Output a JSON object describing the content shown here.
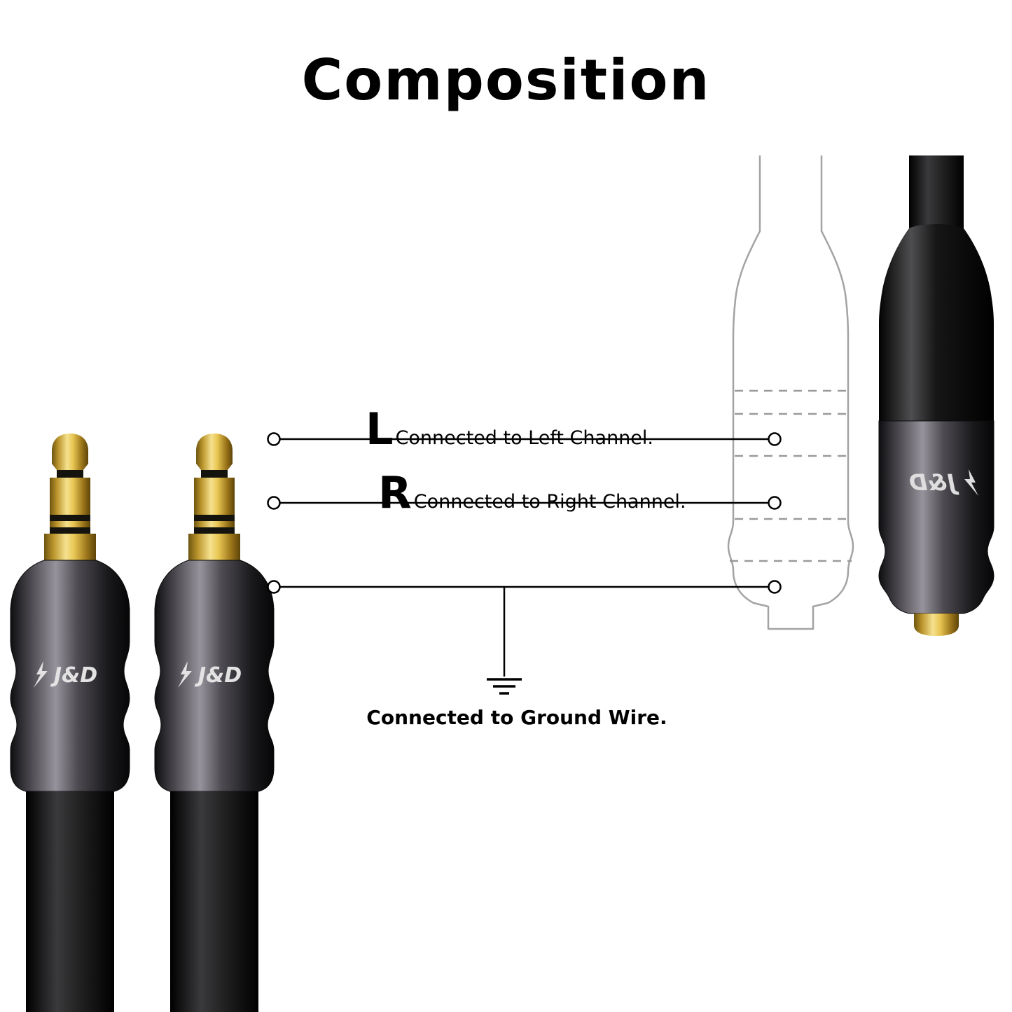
{
  "title": "Composition",
  "labels": {
    "left_channel": {
      "letter": "L",
      "text": "Connected to Left Channel."
    },
    "right_channel": {
      "letter": "R",
      "text": "Connected to Right Channel."
    },
    "ground": {
      "text": "Connected to Ground Wire."
    }
  },
  "branding": {
    "logo": "J&D"
  },
  "colors": {
    "gold": "#d9b53a",
    "connector_black": "#0a0a0a",
    "gunmetal": "#5c5a60",
    "outline_gray": "#a3a3a3",
    "wire": "#000000",
    "background": "#ffffff"
  }
}
